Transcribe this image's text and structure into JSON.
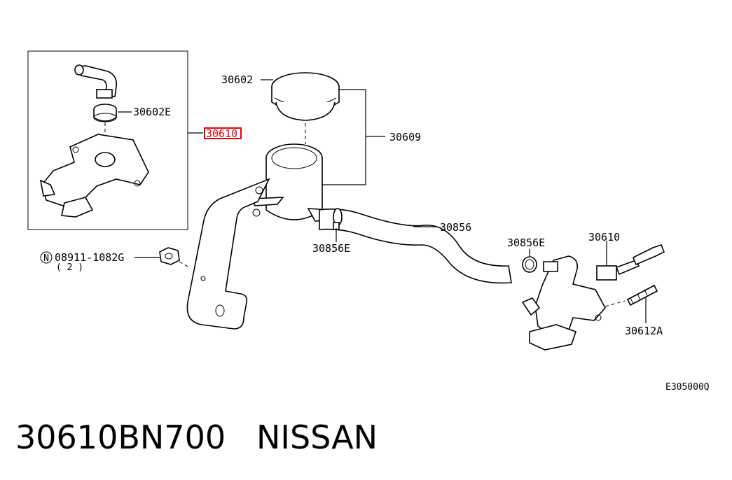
{
  "callouts": {
    "cap": "30602",
    "seal_e": "30602E",
    "master_highlight": "30610",
    "reservoir": "30609",
    "hose": "30856",
    "clamp_left": "30856E",
    "clamp_right": "30856E",
    "master_cyl": "30610",
    "rod": "30612A",
    "nut": "08911-1082G",
    "nut_qty": "( 2 )"
  },
  "diagram_code": "E305000Q",
  "footer": {
    "part_number": "30610BN700",
    "brand": "NISSAN"
  },
  "colors": {
    "highlight": "#e8000b",
    "line": "#000000"
  }
}
